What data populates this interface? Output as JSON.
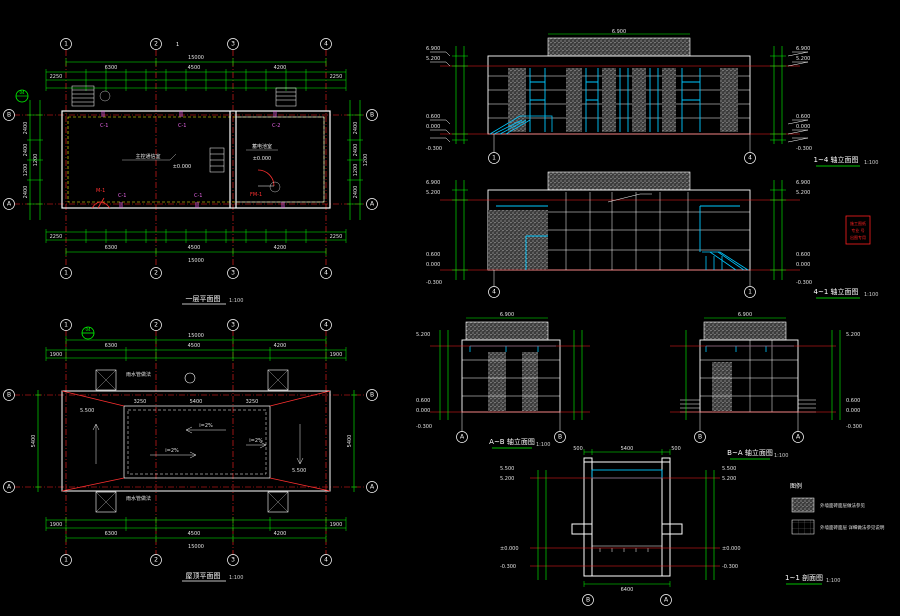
{
  "colors": {
    "background": "#000000",
    "axis_line": "#ff2020",
    "dimension_line": "#00ff00",
    "wall": "#ffffff",
    "hatch": "#9a9a9a",
    "glazing": "#00c8ff",
    "annotation": "#e060e0",
    "stamp": "#ff2020"
  },
  "plan_ground": {
    "title": "一层平面图",
    "scale": "1:100",
    "col_axes": [
      "1",
      "2",
      "3",
      "4"
    ],
    "row_axes": [
      "B",
      "A"
    ],
    "dim_total": "15000",
    "dim_bays": [
      "6300",
      "4500",
      "4200"
    ],
    "dim_edge": [
      "2250",
      "2250"
    ],
    "dim_left": [
      "2400",
      "2400",
      "1200",
      "2400",
      "1200"
    ],
    "dim_right": [
      "2400",
      "2400",
      "1200",
      "2400",
      "1200"
    ],
    "detail_ref": "04",
    "detail_ref2": "1",
    "room_labels": [
      "主控通信室",
      "蓄电池室"
    ],
    "door_tags": [
      "M-1",
      "C-1",
      "C-2",
      "FM-1"
    ],
    "level_tags": [
      "±0.000",
      "±0.000"
    ]
  },
  "plan_roof": {
    "title": "屋顶平面图",
    "scale": "1:100",
    "col_axes": [
      "1",
      "2",
      "3",
      "4"
    ],
    "row_axes": [
      "B",
      "A"
    ],
    "dim_total": "15000",
    "dim_bays": [
      "6300",
      "4500",
      "4200"
    ],
    "dim_edge": [
      "1900",
      "1900"
    ],
    "dim_side": "5400",
    "inner_dims": [
      "3250",
      "5400",
      "3250"
    ],
    "slope_labels": [
      "i=2%",
      "i=2%",
      "i=2%"
    ],
    "level_tags": [
      "5.500",
      "5.500"
    ],
    "callouts": [
      "雨水管做法",
      "雨水管做法"
    ],
    "detail_ref": "04"
  },
  "elev_14": {
    "title": "1~4 轴立面图",
    "scale": "1:100",
    "top_dim": "6.900",
    "levels_left": [
      "6.900",
      "5.200",
      "0.600",
      "0.000",
      "-0.300"
    ],
    "levels_right": [
      "6.900",
      "5.200",
      "0.600",
      "0.000",
      "-0.300"
    ],
    "axes": [
      "1",
      "4"
    ]
  },
  "elev_41": {
    "title": "4~1 轴立面图",
    "scale": "1:100",
    "levels_left": [
      "6.900",
      "5.200",
      "0.600",
      "0.000",
      "-0.300"
    ],
    "levels_right": [
      "6.900",
      "5.200",
      "0.600",
      "0.000",
      "-0.300"
    ],
    "axes": [
      "4",
      "1"
    ]
  },
  "elev_ab": {
    "title": "A~B 轴立面图",
    "scale": "1:100",
    "top_dim": "6.900",
    "levels": [
      "5.200",
      "0.600",
      "0.000",
      "-0.300"
    ],
    "axes": [
      "A",
      "B"
    ]
  },
  "elev_ba": {
    "title": "B~A 轴立面图",
    "scale": "1:100",
    "top_dim": "6.900",
    "levels": [
      "5.200",
      "0.600",
      "0.000",
      "-0.300"
    ],
    "axes": [
      "B",
      "A"
    ]
  },
  "section_11": {
    "title": "1~1 剖面图",
    "scale": "1:100",
    "top_dims": [
      "500",
      "5400",
      "500"
    ],
    "bottom_dim": "6400",
    "levels_left": [
      "5.500",
      "5.200",
      "±0.000",
      "-0.300"
    ],
    "levels_right": [
      "5.500",
      "5.200",
      "±0.000",
      "-0.300"
    ],
    "axes": [
      "B",
      "A"
    ]
  },
  "legend": {
    "title": "图例",
    "items": [
      "外墙面砖面层做法参见",
      "外墙面砖面层 详细做法参见说明"
    ]
  },
  "stamp": {
    "lines": [
      "施工图纸",
      "专业 号",
      "出图专用"
    ]
  }
}
